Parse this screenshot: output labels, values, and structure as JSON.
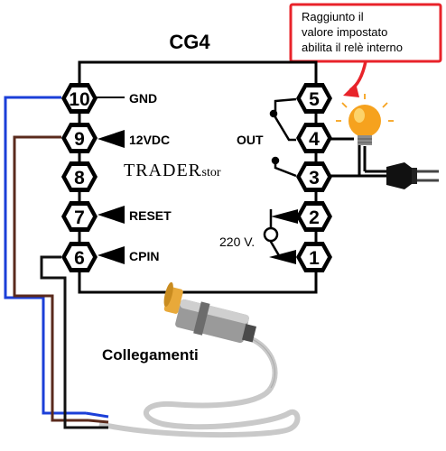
{
  "title": "CG4",
  "callout": {
    "lines": [
      "Raggiunto il",
      "valore impostato",
      "abilita il relè interno"
    ],
    "border_color": "#e8232a"
  },
  "watermark": {
    "main": "TRADER",
    "suffix": ".stor"
  },
  "pins": {
    "left": [
      "10",
      "9",
      "8",
      "7",
      "6"
    ],
    "right": [
      "5",
      "4",
      "3",
      "2",
      "1"
    ]
  },
  "labels": {
    "gnd": "GND",
    "vdc": "12VDC",
    "reset": "RESET",
    "cpin": "CPIN",
    "out": "OUT",
    "volt": "220 V."
  },
  "sensor_caption": "Collegamenti",
  "colors": {
    "wire_blue": "#1b3fd8",
    "wire_brown": "#5a2a1c",
    "arrow_red": "#e8232a",
    "bulb": "#f6a21e",
    "cable": "#c9c9c9"
  },
  "icons": [
    "hexagon-pin-icon",
    "bulb-icon",
    "plug-icon",
    "proximity-sensor-icon",
    "callout-arrow-icon"
  ]
}
